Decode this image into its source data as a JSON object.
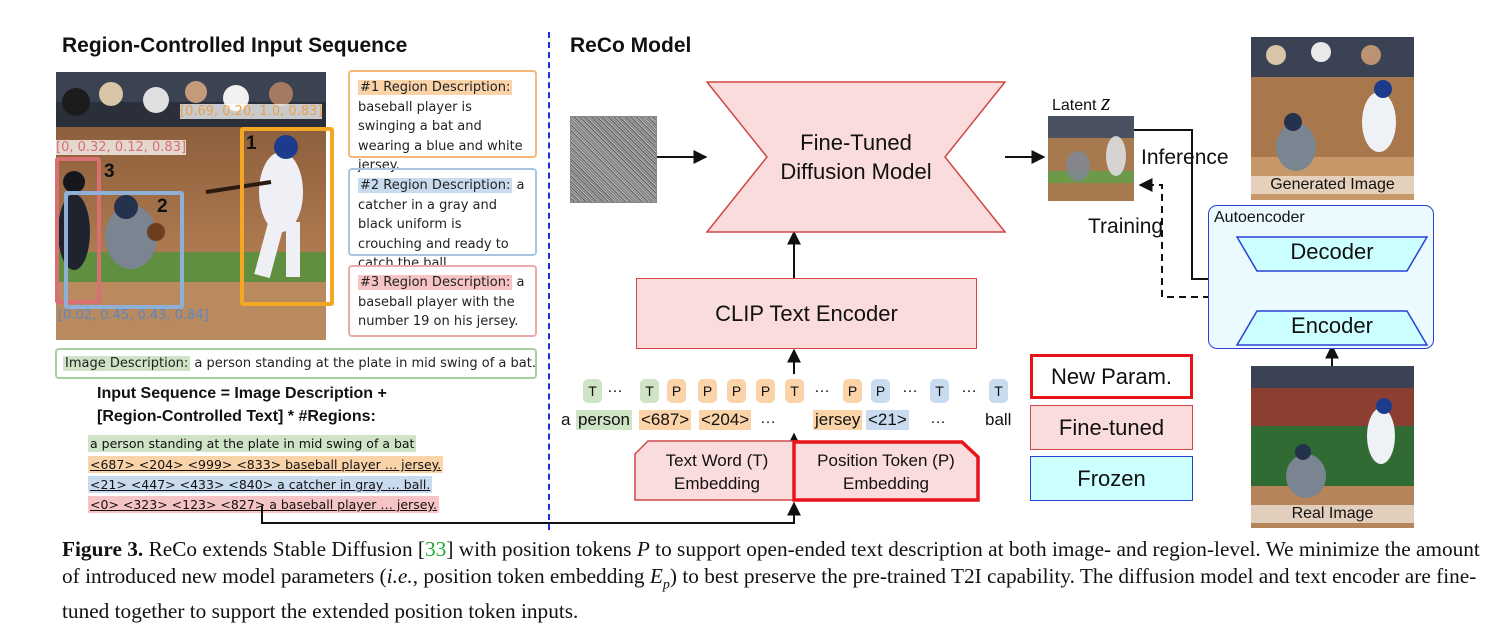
{
  "left_panel": {
    "title": "Region-Controlled Input Sequence",
    "coords": {
      "r1": "[0.69, 0.20, 1.0, 0.83]",
      "r3": "[0, 0.32, 0.12, 0.83]",
      "r2": "[0.02, 0.45, 0.43, 0.84]"
    },
    "bbox_numbers": {
      "n1": "1",
      "n2": "2",
      "n3": "3"
    },
    "regions": [
      {
        "label": "#1 Region Description:",
        "text": " baseball player is swinging a bat and wearing a blue and white jersey.",
        "color": "#fbd3a8",
        "border": "#f4b97a"
      },
      {
        "label": "#2 Region Description:",
        "text": " a catcher in a gray and black uniform is crouching and ready to catch the ball.",
        "color": "#c9dcef",
        "border": "#a9c4e0"
      },
      {
        "label": "#3 Region Description:",
        "text": " a baseball player with the number 19 on his jersey.",
        "color": "#f6c4c4",
        "border": "#ebabab"
      }
    ],
    "image_description": {
      "label": "Image Description:",
      "text": " a person standing at the plate in mid swing of a bat."
    },
    "sequence_title_1": "Input Sequence = Image Description +",
    "sequence_title_2": "[Region-Controlled Text] * #Regions:",
    "sequence_lines": [
      {
        "text": "a person standing at the plate in mid swing of a bat",
        "color": "#cfe3c6"
      },
      {
        "text": "<687> <204> <999> <833> baseball player … jersey.",
        "color": "#fbd3a8"
      },
      {
        "text": "<21> <447> <433> <840> a catcher in gray … ball.",
        "color": "#c9dcef"
      },
      {
        "text": "<0> <323> <123> <827> a baseball player … jersey.",
        "color": "#f6c4c4"
      }
    ]
  },
  "model": {
    "title": "ReCo Model",
    "diffusion": {
      "line1": "Fine-Tuned",
      "line2": "Diffusion Model"
    },
    "clip": "CLIP Text Encoder",
    "latent_label": "Latent",
    "latent_symbol": "z",
    "inference": "Inference",
    "training": "Training",
    "autoencoder": "Autoencoder",
    "decoder": "Decoder",
    "encoder": "Encoder",
    "generated_image": "Generated Image",
    "real_image": "Real Image",
    "tokens": [
      "T",
      "T",
      "P",
      "P",
      "P",
      "P",
      "T",
      "P",
      "P",
      "T",
      "T"
    ],
    "words": [
      "a",
      "person",
      "<687>",
      "<204>",
      "jersey",
      "<21>",
      "ball"
    ],
    "ellipsis": "…",
    "text_embedding": {
      "line1": "Text Word (T)",
      "line2": "Embedding"
    },
    "position_embedding": {
      "line1": "Position Token (P)",
      "line2": "Embedding"
    },
    "legend": {
      "new": "New Param.",
      "finetuned": "Fine-tuned",
      "frozen": "Frozen"
    },
    "colors": {
      "finetuned": "#fbdcdc",
      "frozen": "#ccffff",
      "new_border": "#e8141b",
      "accent_red": "#e03a3a"
    }
  },
  "caption": {
    "figure": "Figure 3.",
    "part1": " ReCo extends Stable Diffusion [",
    "ref": "33",
    "part2": "] with position tokens ",
    "P": "P",
    "part3": " to support open-ended text description at both image- and region-level. We minimize the amount of introduced new model parameters (",
    "ie": "i.e.",
    "part4": ", position token embedding ",
    "Ep": "E",
    "Ep_sub": "p",
    "part5": ") to best preserve the pre-trained T2I capability. The diffusion model and text encoder are fine-tuned together to support the extended position token inputs."
  }
}
